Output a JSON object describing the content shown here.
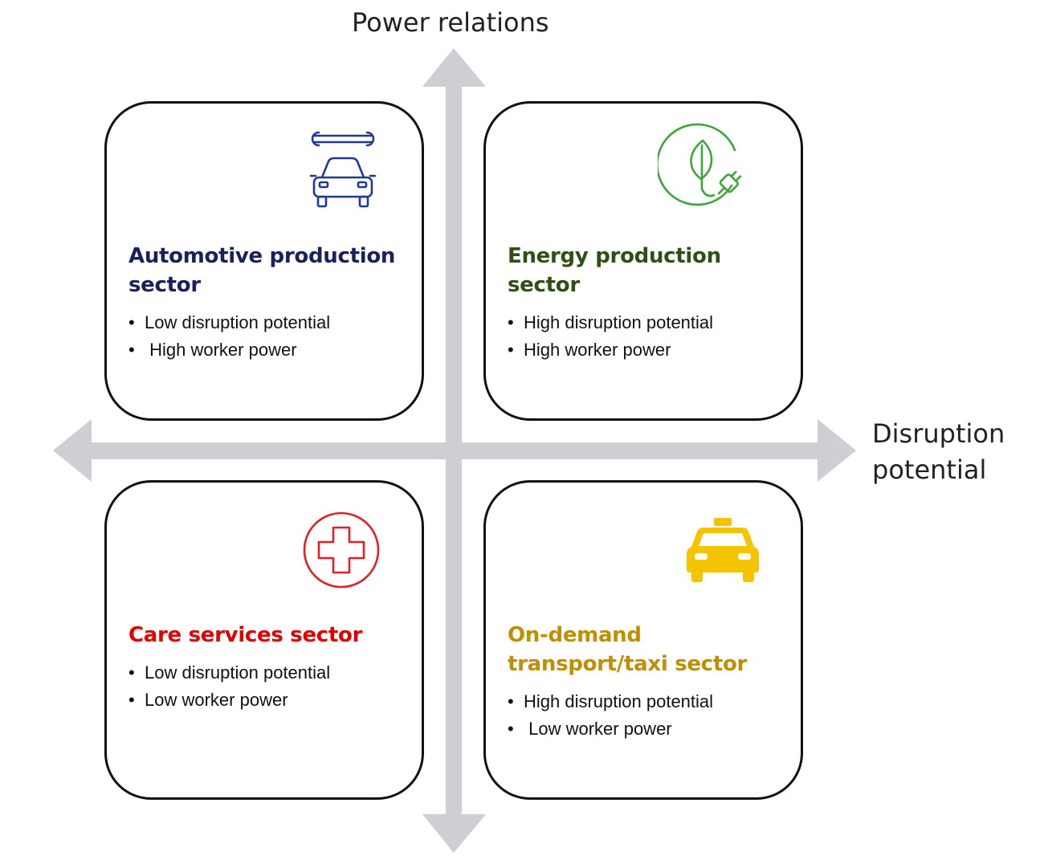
{
  "axes": {
    "y_label": "Power relations",
    "x_label_line1": "Disruption",
    "x_label_line2": "potential"
  },
  "quadrants": {
    "top_left": {
      "icon": "car-wrench-icon",
      "title_line1": "Automotive production",
      "title_line2": "sector",
      "color": "#1b1f5e",
      "bullets": [
        "Low disruption potential",
        " High worker power"
      ]
    },
    "top_right": {
      "icon": "leaf-plug-icon",
      "title_line1": "Energy production",
      "title_line2": "sector",
      "color": "#2e5016",
      "bullets": [
        "High disruption potential",
        "High worker power"
      ]
    },
    "bottom_left": {
      "icon": "medical-cross-icon",
      "title_line1": "Care services sector",
      "title_line2": "",
      "color": "#e00000",
      "bullets": [
        "Low disruption potential",
        "Low worker power"
      ]
    },
    "bottom_right": {
      "icon": "taxi-icon",
      "title_line1": "On-demand",
      "title_line2": "transport/taxi sector",
      "color": "#c08f00",
      "bullets": [
        "High disruption potential",
        " Low worker power"
      ]
    }
  },
  "colors": {
    "axis_arrow": "#cdcfd2",
    "box_border": "#111111",
    "icon_blue": "#1f3a93",
    "icon_green": "#3ca63c",
    "icon_red": "#e21f26",
    "icon_yellow": "#f5c400"
  }
}
